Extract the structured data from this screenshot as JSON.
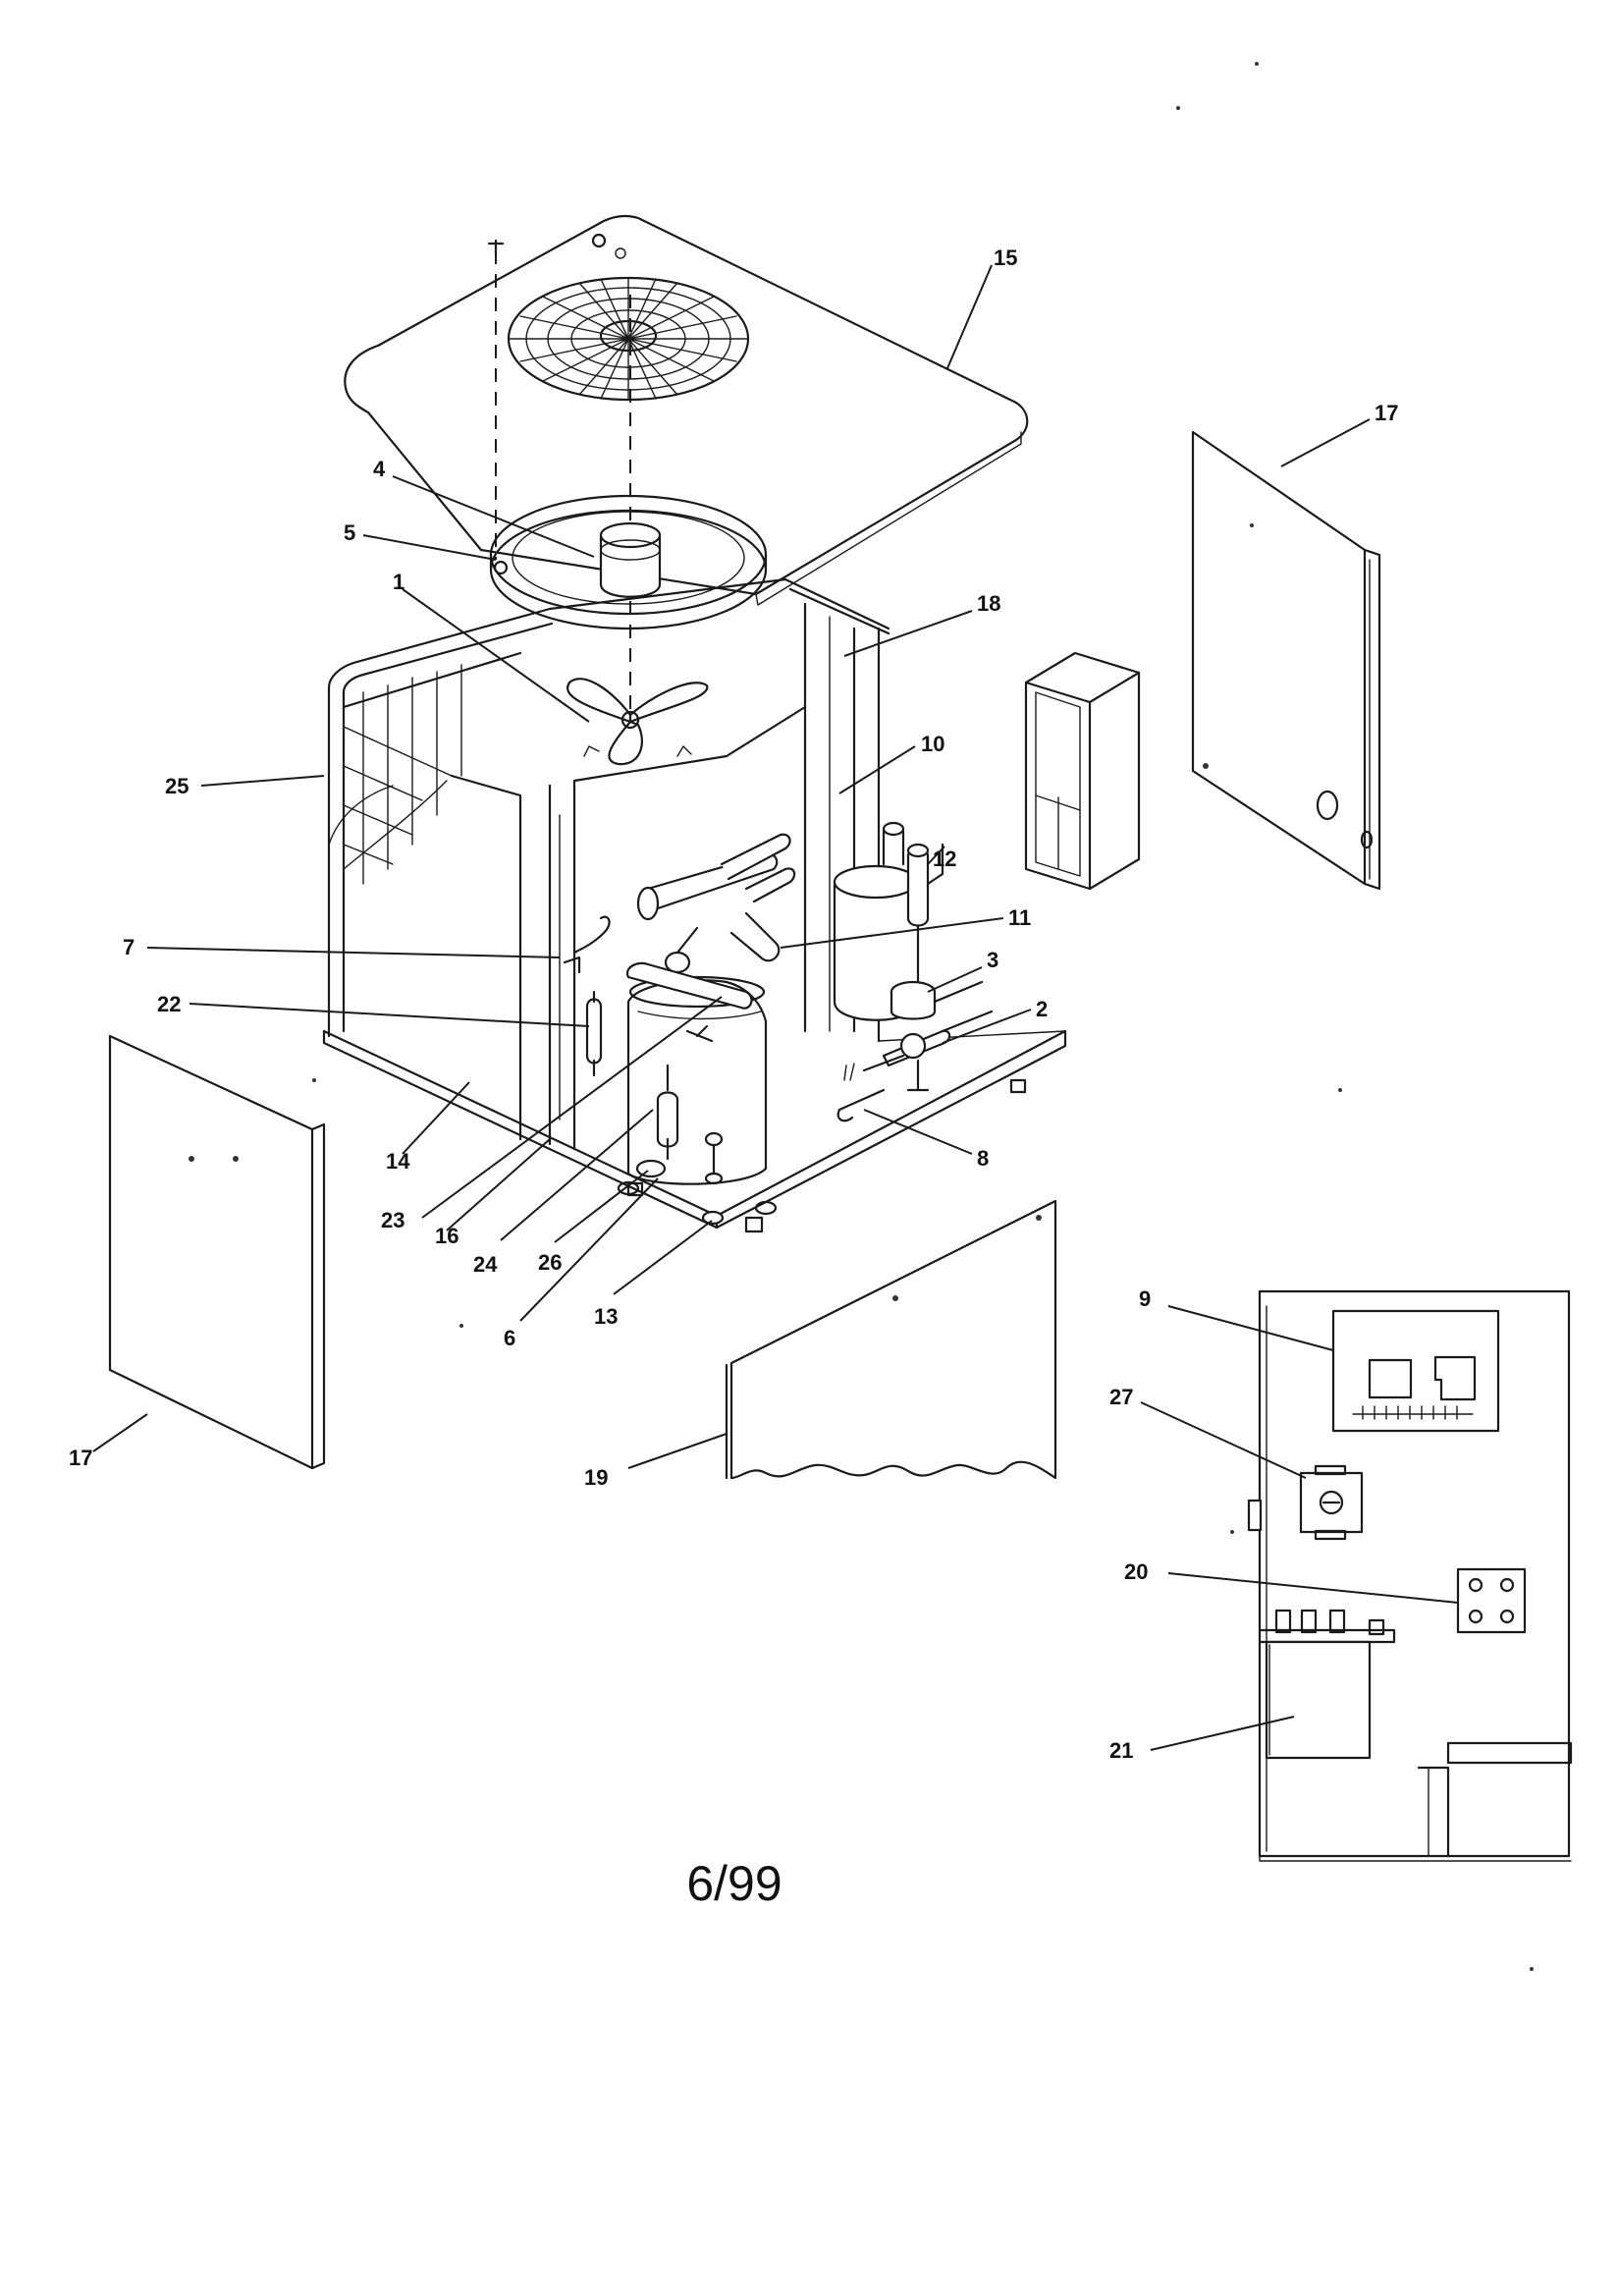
{
  "callouts": {
    "c1": "1",
    "c2": "2",
    "c3": "3",
    "c4": "4",
    "c5": "5",
    "c6": "6",
    "c7": "7",
    "c8": "8",
    "c9": "9",
    "c10": "10",
    "c11": "11",
    "c12": "12",
    "c13": "13",
    "c14": "14",
    "c15": "15",
    "c16": "16",
    "c17a": "17",
    "c17b": "17",
    "c18": "18",
    "c19": "19",
    "c20": "20",
    "c21": "21",
    "c22": "22",
    "c23": "23",
    "c24": "24",
    "c25": "25",
    "c26": "26",
    "c27": "27"
  },
  "footer": {
    "date_code": "6/99"
  }
}
